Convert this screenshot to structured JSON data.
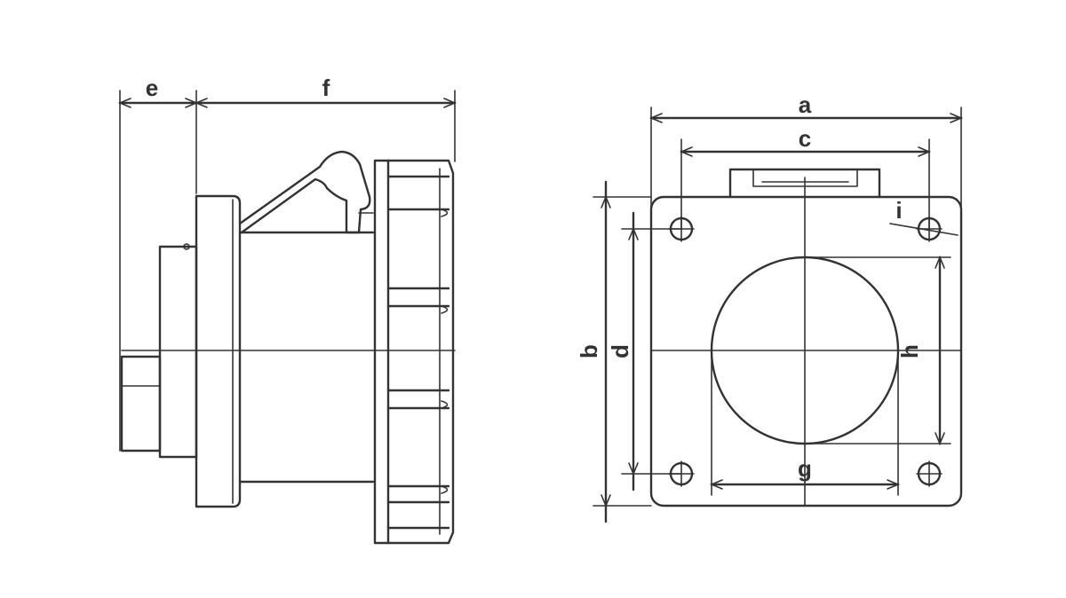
{
  "dimension_labels": {
    "a": "a",
    "b": "b",
    "c": "c",
    "d": "d",
    "e": "e",
    "f": "f",
    "g": "g",
    "h": "h",
    "i": "i"
  },
  "colors": {
    "line": "#333333",
    "background": "#ffffff"
  }
}
